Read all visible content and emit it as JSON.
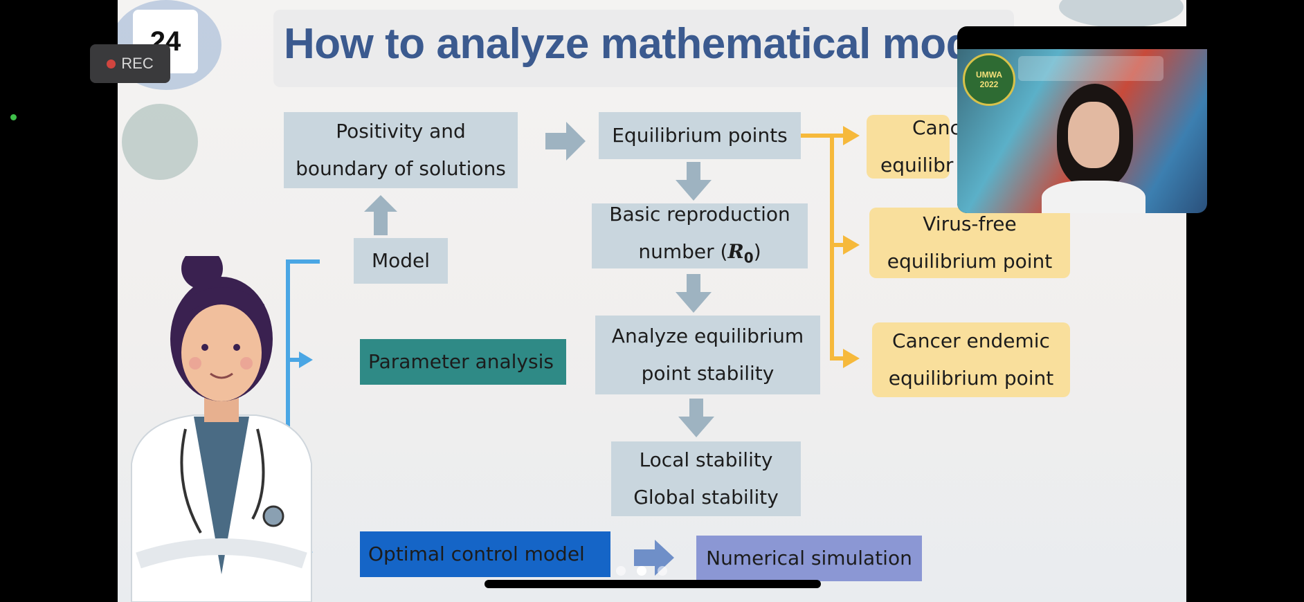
{
  "slide": {
    "number": "24",
    "title": "How to analyze mathematical mode"
  },
  "recording": {
    "label": "REC"
  },
  "diagram": {
    "positivity": {
      "line1": "Positivity and",
      "line2": "boundary of solutions"
    },
    "model": "Model",
    "parameter_analysis": "Parameter analysis",
    "optimal_control": "Optimal control model",
    "numerical_simulation": "Numerical simulation",
    "equilibrium_points": "Equilibrium points",
    "basic_reproduction": {
      "line1": "Basic reproduction",
      "line2_prefix": "number (",
      "symbol": "R",
      "subscript": "0",
      "line2_suffix": ")"
    },
    "analyze_stability": {
      "line1": "Analyze equilibrium",
      "line2": "point stability"
    },
    "stability_types": {
      "line1": "Local stability",
      "line2": "Global stability"
    },
    "cancer_free": {
      "line1": "Canc",
      "line2": "equilibr"
    },
    "virus_free": {
      "line1": "Virus-free",
      "line2": "equilibrium point"
    },
    "cancer_endemic": {
      "line1": "Cancer endemic",
      "line2": "equilibrium point"
    }
  },
  "video_overlay": {
    "badge_line1": "UMWA",
    "badge_line2": "2022"
  },
  "colors": {
    "title": "#3b5a8f",
    "grey_box": "#c9d6de",
    "yellow_box": "#f9df9c",
    "teal_box": "#2f8a86",
    "blue_box": "#1565c7",
    "lavender_box": "#8b97d4",
    "connector_blue": "#4aa6e4",
    "connector_yellow": "#f6b93b",
    "grey_arrow": "#9eb3c1"
  }
}
